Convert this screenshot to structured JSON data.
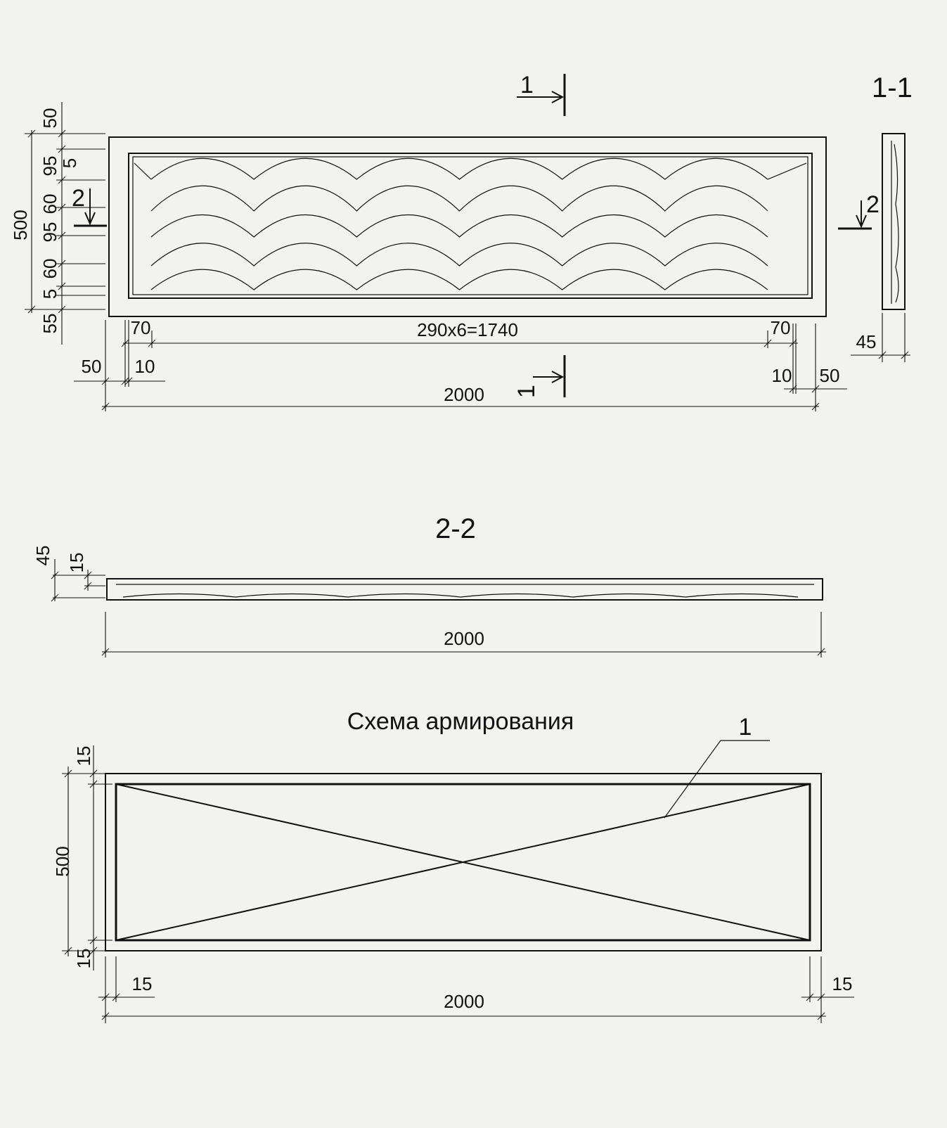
{
  "view1": {
    "cut_mark": "1",
    "cut_mark_side": "2",
    "dims": {
      "total_height": "500",
      "top_edge": "50",
      "bottom_edge": "55",
      "inner_top": "5",
      "inner_bottom": "5",
      "band_a1": "95",
      "band_b1": "60",
      "band_a2": "95",
      "band_b2": "60",
      "left_offset": "70",
      "right_offset": "70",
      "pattern": "290x6=1740",
      "left_edge": "50",
      "right_edge": "50",
      "left_gap": "10",
      "right_gap": "10",
      "total_width": "2000"
    }
  },
  "section11": {
    "title": "1-1",
    "thickness": "45"
  },
  "section22": {
    "title": "2-2",
    "thickness": "45",
    "top": "15",
    "length": "2000"
  },
  "reinforcement": {
    "title": "Схема армирования",
    "callout": "1",
    "height": "500",
    "top_cover": "15",
    "bottom_cover": "15",
    "left_cover": "15",
    "right_cover": "15",
    "length": "2000"
  }
}
